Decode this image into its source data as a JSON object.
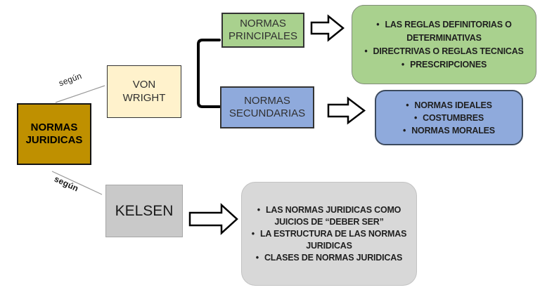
{
  "nodes": {
    "root": {
      "label": "NORMAS JURIDICAS"
    },
    "von_wright": {
      "label": "VON WRIGHT"
    },
    "kelsen": {
      "label": "KELSEN"
    },
    "normas_principales": {
      "label": "NORMAS PRINCIPALES"
    },
    "normas_secundarias": {
      "label": "NORMAS SECUNDARIAS"
    }
  },
  "connectors": {
    "top_label": "según",
    "bottom_label": "según"
  },
  "lists": {
    "principales": [
      "LAS REGLAS DEFINITORIAS O DETERMINATIVAS",
      "DIRECTRIVAS O REGLAS TECNICAS",
      "PRESCRIPCIONES"
    ],
    "secundarias": [
      "NORMAS IDEALES",
      "COSTUMBRES",
      "NORMAS MORALES"
    ],
    "kelsen": [
      "LAS NORMAS JURIDICAS COMO JUICIOS DE “DEBER SER”",
      "LA ESTRUCTURA DE LAS NORMAS JURIDICAS",
      "CLASES DE NORMAS JURIDICAS"
    ]
  },
  "colors": {
    "root_fill": "#BF9000",
    "von_wright_fill": "#FFF2CC",
    "green_fill": "#A9D18E",
    "blue_fill": "#8FAADC",
    "kelsen_fill": "#C9C9C9",
    "gray_fill": "#D8D8D8",
    "connector_line": "#9a9a9a",
    "bracket": "#000000"
  }
}
